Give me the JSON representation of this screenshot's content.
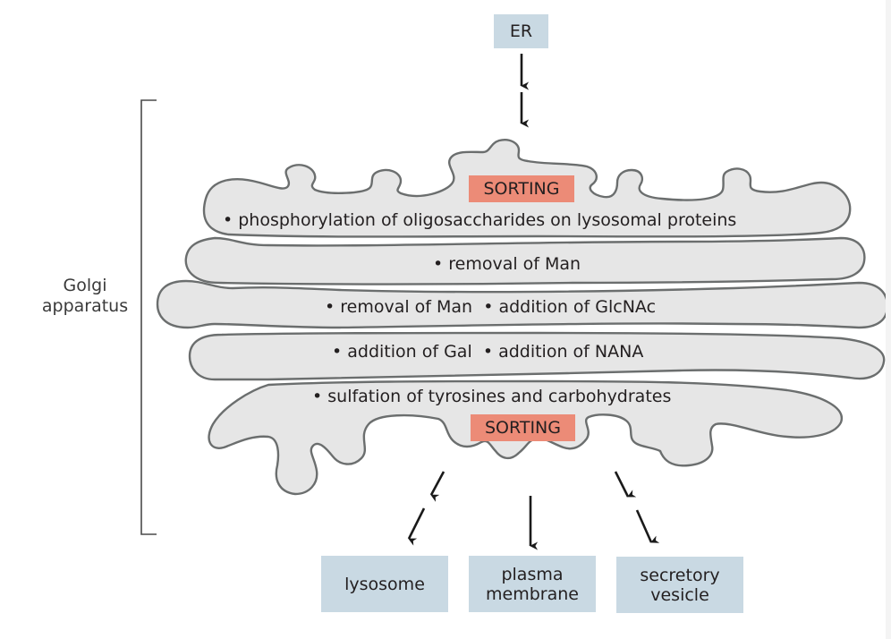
{
  "diagram": {
    "title_side_label": "Golgi apparatus",
    "side_label_lines": [
      "Golgi",
      "apparatus"
    ],
    "source": {
      "label": "ER"
    },
    "cisternae": [
      {
        "id": "cis",
        "items": [
          "phosphorylation of oligosaccharides on lysosomal proteins"
        ],
        "tag": "SORTING"
      },
      {
        "id": "medial-1",
        "items": [
          "removal of Man"
        ]
      },
      {
        "id": "medial-2",
        "items": [
          "removal of Man",
          "addition of GlcNAc"
        ]
      },
      {
        "id": "trans-1",
        "items": [
          "addition of Gal",
          "addition of NANA"
        ]
      },
      {
        "id": "trans-network",
        "items": [
          "sulfation of tyrosines and carbohydrates"
        ],
        "tag": "SORTING"
      }
    ],
    "destinations": [
      {
        "label_lines": [
          "lysosome"
        ]
      },
      {
        "label_lines": [
          "plasma",
          "membrane"
        ]
      },
      {
        "label_lines": [
          "secretory",
          "vesicle"
        ]
      }
    ],
    "colors": {
      "membrane_fill": "#e6e6e6",
      "membrane_stroke": "#6b6e6e",
      "box_fill": "#c9d9e3",
      "sorting_fill": "#ec8b77",
      "arrow": "#1a1a1a"
    }
  }
}
